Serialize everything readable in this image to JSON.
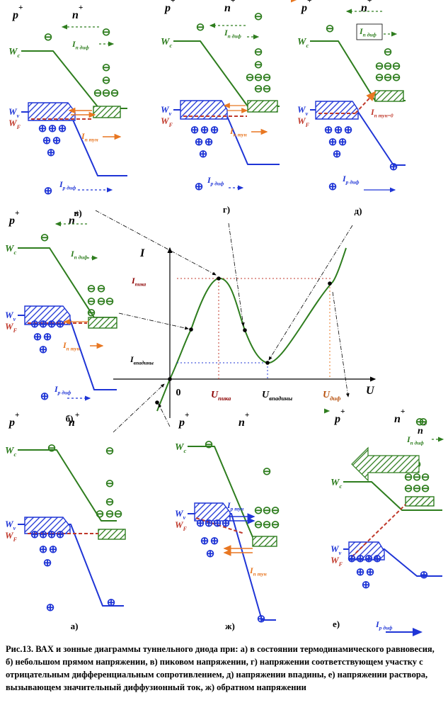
{
  "colors": {
    "conduction": "#2e7d1e",
    "valence": "#1f35d6",
    "fermi": "#c0392b",
    "tunnel": "#e87722",
    "diffusion": "#2e7d1e",
    "curve": "#2e7d1e",
    "guide": "#c0392b"
  },
  "labels": {
    "p": "p",
    "n": "n",
    "plus": "+",
    "Wc": "W",
    "Wc_sub": "c",
    "Wv": "W",
    "Wv_sub": "v",
    "WF": "W",
    "WF_sub": "F",
    "I_n_diff": "I",
    "I_n_diff_sub": "n диф",
    "I_n_tun": "I",
    "I_n_tun_sub": "n тун",
    "I_p_diff": "I",
    "I_p_diff_sub": "p диф",
    "I_p_tun": "I",
    "I_p_tun_sub": "p тун",
    "I_tun_zero": "=0",
    "minus_sym": "⊖",
    "plus_sym": "⊕"
  },
  "panels": {
    "a": "а)",
    "b": "б)",
    "v": "в)",
    "g": "г)",
    "d": "д)",
    "e": "е)",
    "zh": "ж)"
  },
  "chart_data": {
    "type": "line",
    "xlabel": "U",
    "ylabel": "I",
    "origin": "0",
    "ticks_x": [
      "U",
      "U",
      "U"
    ],
    "ticks_x_sub": [
      "пика",
      "впадины",
      "диф"
    ],
    "ticks_y": [
      "I",
      "I"
    ],
    "ticks_y_sub": [
      "пика",
      "впадины"
    ]
  },
  "caption": "Рис.13. ВАХ и зонные диаграммы туннельного диода при: а) в состоянии термодинамического равновесия, б) небольшом прямом напряжении, в) пиковом напряжении, г) напряжении соответствующем участку с отрицательным дифференциальным сопротивлением, д) напряжении впадины, е) напряжении раствора, вызывающем значительный диффузионный ток, ж) обратном напряжении"
}
